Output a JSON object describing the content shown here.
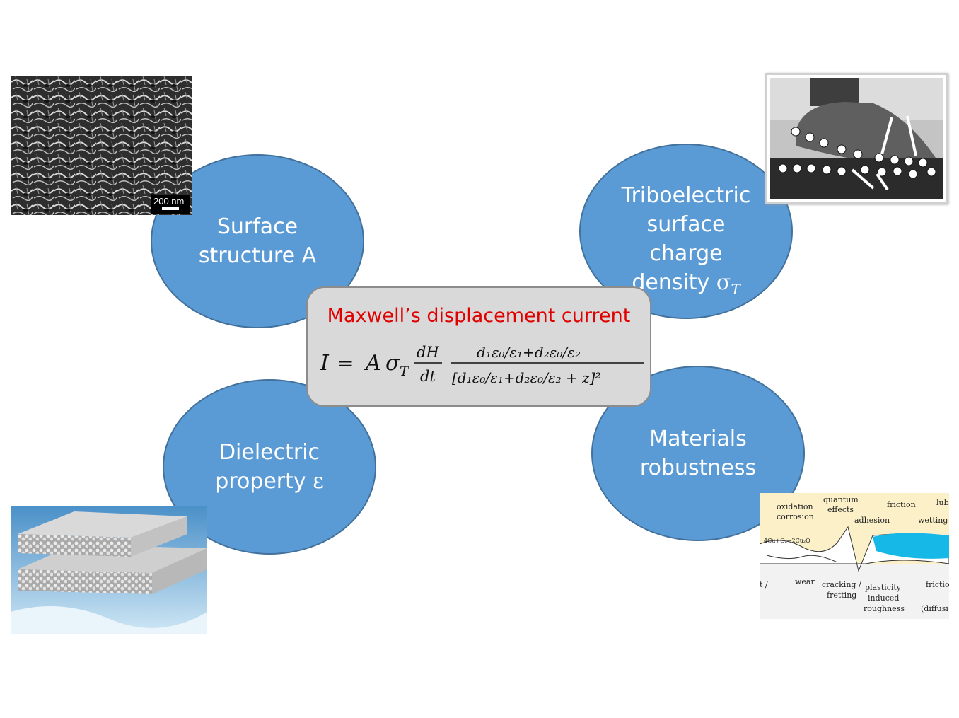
{
  "ellipses": {
    "surface": {
      "line1": "Surface",
      "line2": "structure A"
    },
    "tribo": {
      "line1": "Triboelectric",
      "line2": "surface",
      "line3": "charge",
      "line4": "density",
      "symbol": "σ",
      "sub": "T"
    },
    "dielectric": {
      "line1": "Dielectric",
      "line2": "property",
      "symbol": "ε"
    },
    "materials": {
      "line1": "Materials",
      "line2": "robustness"
    }
  },
  "center": {
    "title": "Maxwell’s displacement current",
    "formula": {
      "lhs": "I",
      "eq": "=",
      "area": "A",
      "sigma": "σ",
      "sigma_sub": "T",
      "dh_num": "dH",
      "dh_den": "dt",
      "num": "d₁ε₀/ε₁+d₂ε₀/ε₂",
      "den": "[d₁ε₀/ε₁+d₂ε₀/ε₂ + z]²"
    }
  },
  "images": {
    "sem_scale": "200 nm",
    "surface_labels": {
      "oxidation": "oxidation",
      "corrosion": "corrosion",
      "quantum": "quantum",
      "effects": "effects",
      "friction_top": "friction",
      "lub": "lubr",
      "adhesion": "adhesion",
      "wetting": "wetting",
      "reaction": "4Cu+O₂→2Cu₂O",
      "t": "t /",
      "wear": "wear",
      "cracking": "cracking /",
      "fretting": "fretting",
      "plasticity": "plasticity",
      "induced": "induced",
      "roughness": "roughness",
      "friction_bottom": "frictio",
      "diffusi": "(diffusi"
    }
  },
  "colors": {
    "ellipse_fill": "#5b9bd5",
    "ellipse_border": "#41719c",
    "title_red": "#e00000",
    "panel_fill": "#d9d9d9"
  }
}
